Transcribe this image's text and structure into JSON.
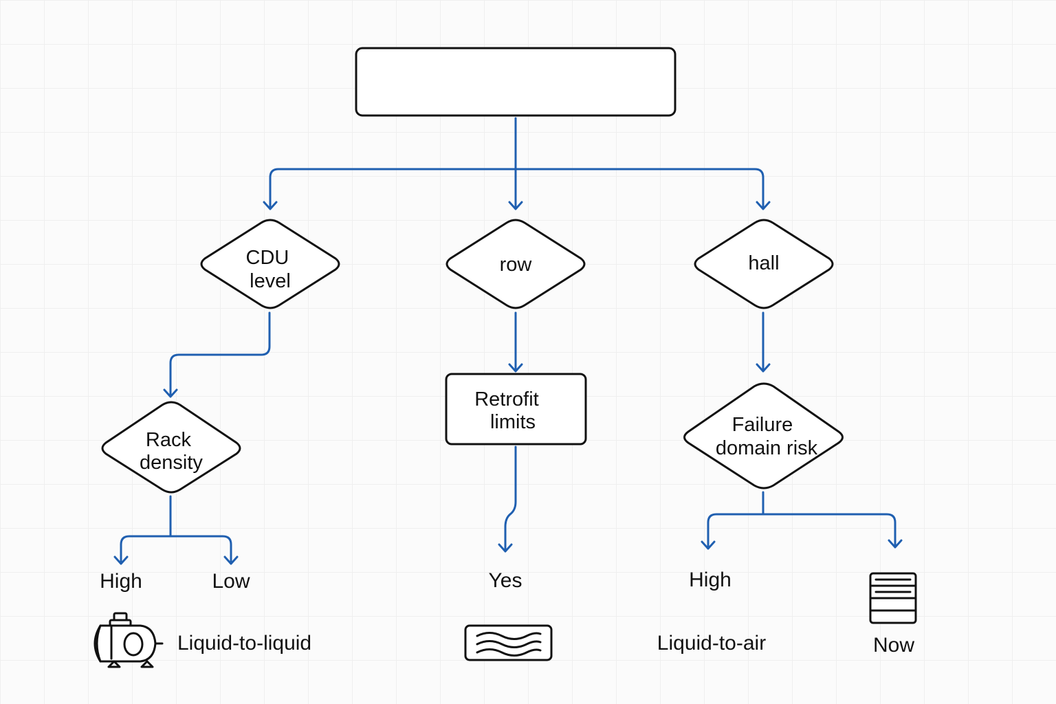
{
  "diagram": {
    "accent_color": "#1f5fb0",
    "root": {
      "label": ""
    },
    "nodes": {
      "cdu_level": {
        "lines": [
          "CDU",
          "level"
        ]
      },
      "row": {
        "lines": [
          "row"
        ]
      },
      "hall": {
        "lines": [
          "hall"
        ]
      },
      "rack_density": {
        "lines": [
          "Rack",
          "density"
        ]
      },
      "retrofit_limits": {
        "lines": [
          "Retrofit",
          "limits"
        ]
      },
      "failure_domain_risk": {
        "lines": [
          "Failure",
          "domain risk"
        ]
      }
    },
    "leaves": {
      "high_left": "High",
      "low": "Low",
      "yes": "Yes",
      "high_right": "High",
      "liquid_to_liquid": "Liquid-to-liquid",
      "liquid_to_air": "Liquid-to-air",
      "now": "Now"
    },
    "icons": {
      "pump": "pump-icon",
      "heat_exchanger": "heat-exchanger-icon",
      "server_rack": "server-rack-icon"
    }
  }
}
